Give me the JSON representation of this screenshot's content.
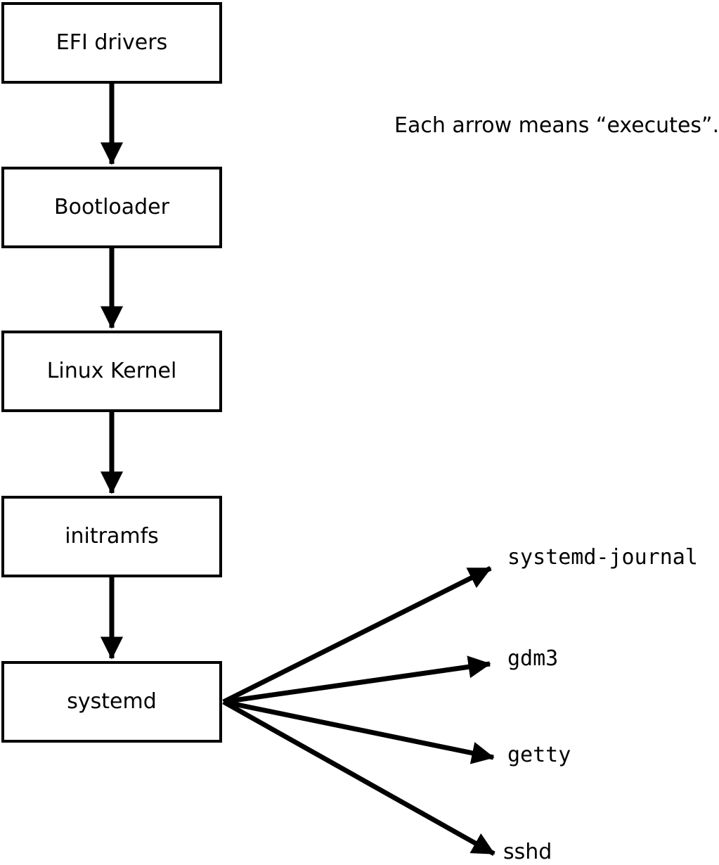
{
  "note": {
    "text": "Each arrow means “executes”."
  },
  "boot_chain": {
    "boxes": [
      {
        "label": "EFI drivers"
      },
      {
        "label": "Bootloader"
      },
      {
        "label": "Linux Kernel"
      },
      {
        "label": "initramfs"
      },
      {
        "label": "systemd"
      }
    ]
  },
  "spawned_processes": [
    {
      "label": "systemd-journal"
    },
    {
      "label": "gdm3"
    },
    {
      "label": "getty"
    },
    {
      "label": "sshd"
    }
  ],
  "colors": {
    "line": "#000000",
    "box_border": "#000000",
    "box_fill": "#ffffff",
    "background": "#ffffff",
    "text": "#000000"
  }
}
